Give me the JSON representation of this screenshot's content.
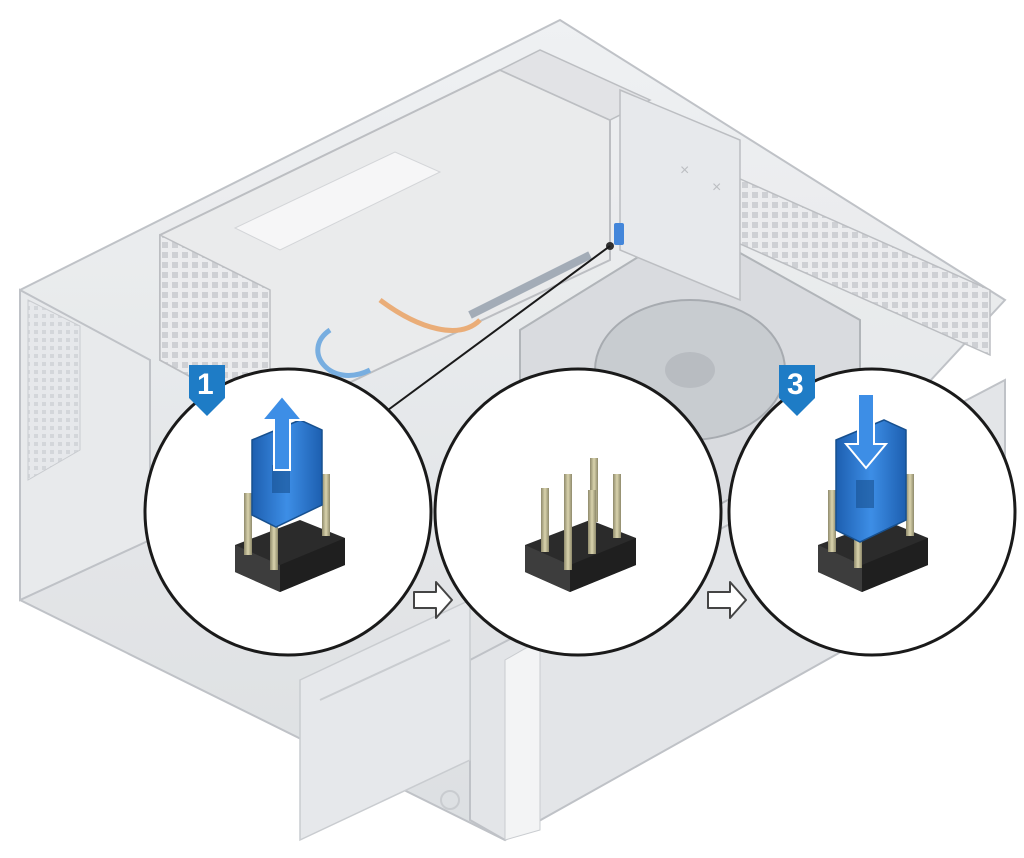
{
  "figure": {
    "description_free": true,
    "steps": [
      {
        "number": "1",
        "action": "remove-jumper"
      },
      {
        "number": "",
        "action": "pins-exposed"
      },
      {
        "number": "3",
        "action": "install-jumper"
      }
    ],
    "colors": {
      "step_badge": "#1e7cc6",
      "jumper": "#2f79d6",
      "jumper_dark": "#1d5fb0",
      "pin_gold": "#bdb58e",
      "pin_base": "#2b2b2b",
      "chassis": "#e3e5e8",
      "chassis_line": "#b9bcc1",
      "callout_line": "#1a1a1a",
      "arrow_fill": "#ffffff",
      "arrow_stroke": "#444444"
    },
    "icons": [
      "arrow-up-icon",
      "arrow-down-icon",
      "arrow-right-icon"
    ]
  }
}
